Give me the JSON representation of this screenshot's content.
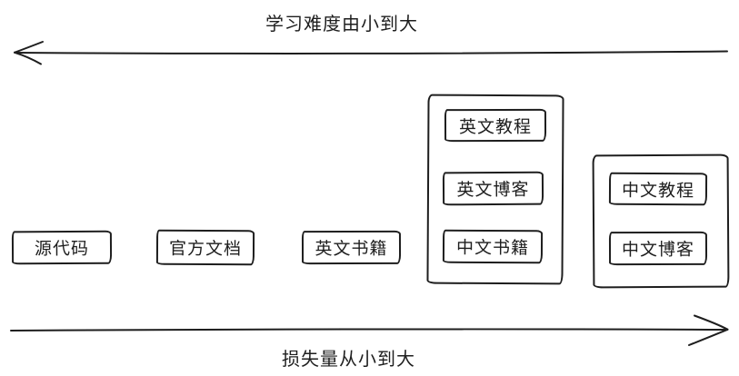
{
  "diagram": {
    "top_arrow": {
      "label": "学习难度由小到大",
      "direction": "left"
    },
    "bottom_arrow": {
      "label": "损失量从小到大",
      "direction": "right"
    },
    "standalone_boxes": [
      "源代码",
      "官方文档",
      "英文书籍"
    ],
    "group_boxes": [
      {
        "items": [
          "英文教程",
          "英文博客",
          "中文书籍"
        ]
      },
      {
        "items": [
          "中文教程",
          "中文博客"
        ]
      }
    ],
    "colors": {
      "ink": "#1e1e1e",
      "background": "#ffffff"
    }
  }
}
